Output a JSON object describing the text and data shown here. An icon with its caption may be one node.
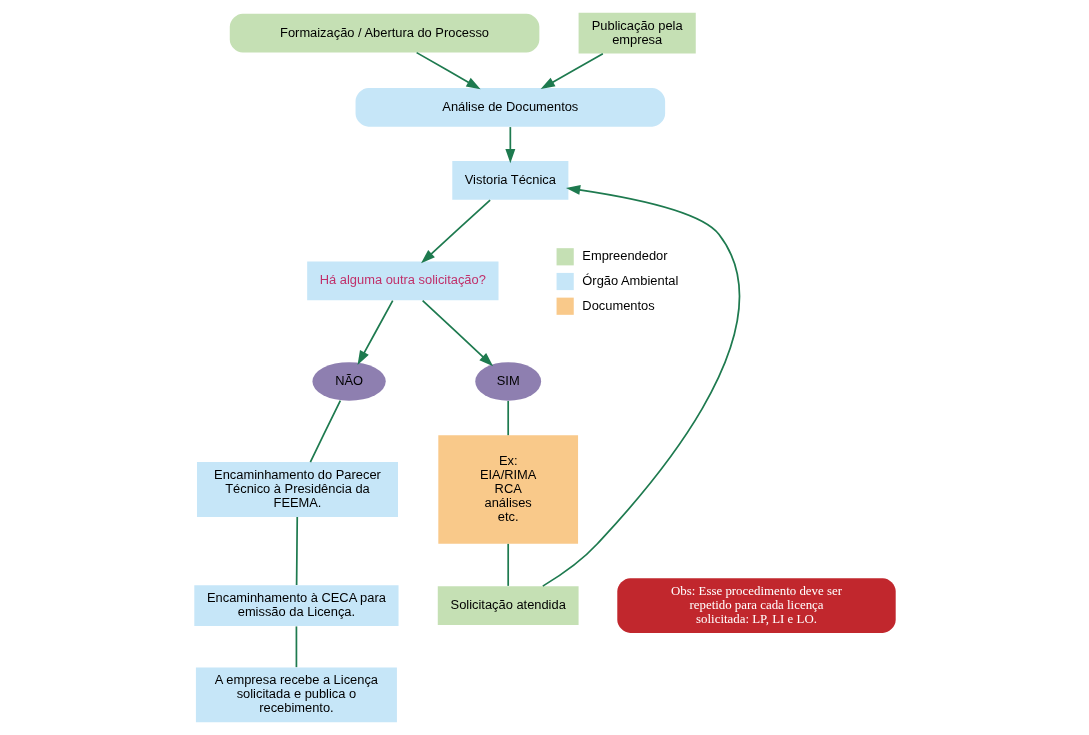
{
  "diagram": {
    "nodes": [
      {
        "text": [
          "Formaização / Abertura do Processo"
        ]
      },
      {
        "text": [
          "Publicação pela empresa"
        ]
      },
      {
        "text": [
          "Análise de Documentos"
        ]
      },
      {
        "text": [
          "Vistoria Técnica"
        ]
      },
      {
        "text": [
          "Há alguma outra solicitação?"
        ]
      },
      {
        "text": [
          "NÃO"
        ]
      },
      {
        "text": [
          "SIM"
        ]
      },
      {
        "text": [
          "Encaminhamento do Parecer Técnico à Presidência da FEEMA."
        ]
      },
      {
        "text": [
          "Encaminhamento à CECA para emissão da Licença."
        ]
      },
      {
        "text": [
          "A empresa recebe a Licença solicitada e publica o recebimento."
        ]
      },
      {
        "text": [
          "Ex: EIA/RIMA RCA análises etc."
        ]
      },
      {
        "text": [
          "Solicitação atendida"
        ]
      },
      {
        "text": [
          "Obs: Esse procedimento deve ser repetido para cada licença solicitada: LP, LI e LO."
        ]
      }
    ],
    "edges": [
      {
        "from": 0,
        "to": 2,
        "arrow": "to"
      },
      {
        "from": 1,
        "to": 2,
        "arrow": "to"
      },
      {
        "from": 2,
        "to": 3,
        "arrow": "to"
      },
      {
        "from": 3,
        "to": 4,
        "arrow": "to"
      },
      {
        "from": 4,
        "to": 5,
        "arrow": "to"
      },
      {
        "from": 4,
        "to": 6,
        "arrow": "to"
      },
      {
        "from": 5,
        "to": 7,
        "arrow": "none"
      },
      {
        "from": 7,
        "to": 8,
        "arrow": "none"
      },
      {
        "from": 8,
        "to": 9,
        "arrow": "none"
      },
      {
        "from": 6,
        "to": 10,
        "arrow": "none"
      },
      {
        "from": 10,
        "to": 11,
        "arrow": "none"
      },
      {
        "from": 11,
        "to": 3,
        "arrow": "to"
      }
    ],
    "legend": [
      {
        "text": "Empreendedor",
        "color": "#c5e0b4"
      },
      {
        "text": "Órgão Ambiental",
        "color": "#c6e6f8"
      },
      {
        "text": "Documentos",
        "color": "#f9c98a"
      }
    ]
  }
}
